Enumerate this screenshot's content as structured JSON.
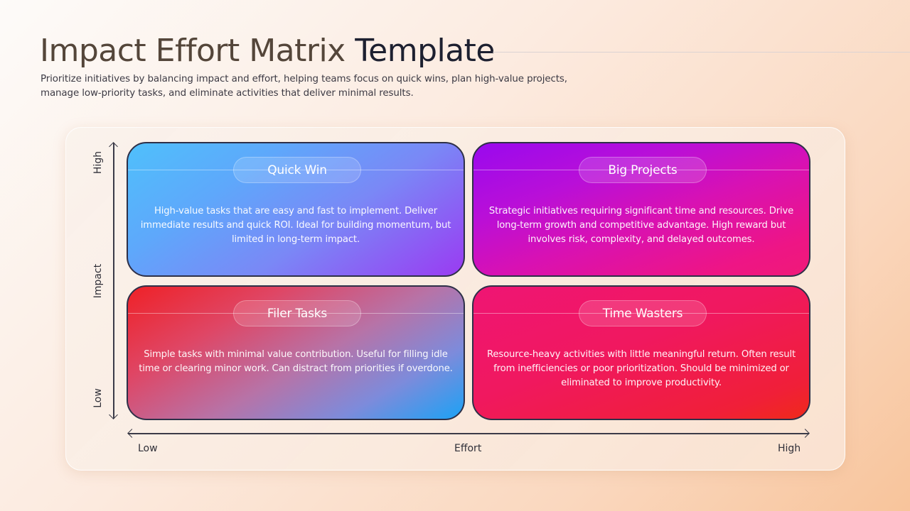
{
  "header": {
    "title_part1": "Impact Effort Matrix",
    "title_part2": "Template",
    "subtitle": "Prioritize initiatives by balancing impact and effort, helping teams focus on quick wins, plan high-value projects, manage low-priority tasks, and eliminate activities that deliver minimal results."
  },
  "axes": {
    "y": {
      "label": "Impact",
      "high": "High",
      "low": "Low"
    },
    "x": {
      "label": "Effort",
      "low": "Low",
      "high": "High"
    }
  },
  "quadrants": [
    {
      "title": "Quick Win",
      "description": "High-value tasks that are easy and fast to implement. Deliver immediate results and quick ROI. Ideal for building momentum, but limited in long-term impact.",
      "impact": "High",
      "effort": "Low",
      "colors": [
        "#4fc0fb",
        "#9a3bf2"
      ]
    },
    {
      "title": "Big Projects",
      "description": "Strategic initiatives requiring significant time and resources. Drive long-term growth and competitive advantage. High reward but involves risk, complexity, and delayed outcomes.",
      "impact": "High",
      "effort": "High",
      "colors": [
        "#9909ee",
        "#f01a78"
      ]
    },
    {
      "title": "Filer Tasks",
      "description": "Simple tasks with minimal value contribution. Useful for filling idle time or clearing minor work. Can distract from priorities if overdone.",
      "impact": "Low",
      "effort": "Low",
      "colors": [
        "#ef2127",
        "#1ca2f5"
      ]
    },
    {
      "title": "Time Wasters",
      "description": "Resource-heavy activities with little meaningful return. Often result from inefficiencies or poor prioritization. Should be minimized or eliminated to improve productivity.",
      "impact": "Low",
      "effort": "High",
      "colors": [
        "#ef1574",
        "#ef2a1a"
      ]
    }
  ]
}
